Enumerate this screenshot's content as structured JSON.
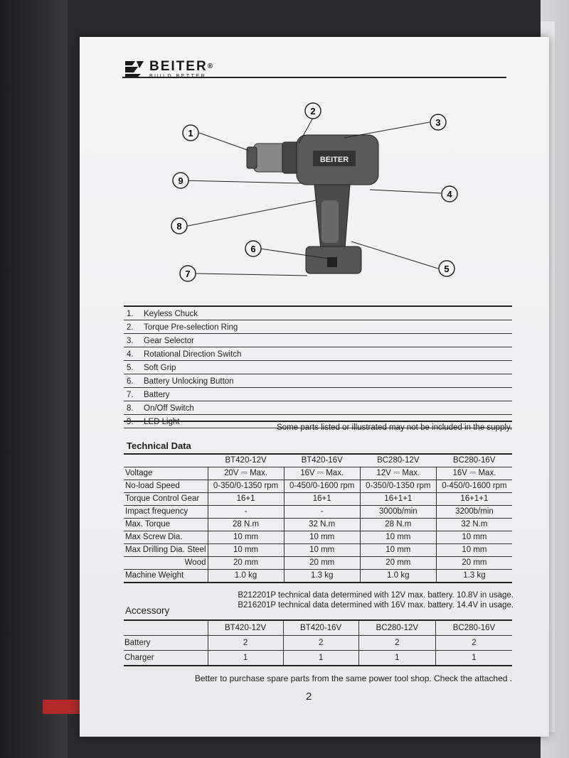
{
  "brand": {
    "name": "BEITER",
    "reg": "®",
    "tagline": "BUILD BETTER"
  },
  "diagram": {
    "callouts": [
      "1",
      "2",
      "3",
      "4",
      "5",
      "6",
      "7",
      "8",
      "9"
    ],
    "body_label": "BEITER"
  },
  "parts": [
    {
      "num": "1.",
      "label": "Keyless Chuck"
    },
    {
      "num": "2.",
      "label": "Torque Pre-selection Ring"
    },
    {
      "num": "3.",
      "label": "Gear Selector"
    },
    {
      "num": "4.",
      "label": "Rotational Direction Switch"
    },
    {
      "num": "5.",
      "label": "Soft Grip"
    },
    {
      "num": "6.",
      "label": "Battery Unlocking Button"
    },
    {
      "num": "7.",
      "label": "Battery"
    },
    {
      "num": "8.",
      "label": "On/Off Switch"
    },
    {
      "num": "9.",
      "label": "LED Light"
    }
  ],
  "parts_note": "Some parts listed or illustrated may not be included in the supply.",
  "technical": {
    "title": "Technical Data",
    "models": [
      "BT420-12V",
      "BT420-16V",
      "BC280-12V",
      "BC280-16V"
    ],
    "rows": [
      {
        "label": "Voltage",
        "values": [
          "20V ⎓ Max.",
          "16V ⎓ Max.",
          "12V ⎓ Max.",
          "16V ⎓ Max."
        ]
      },
      {
        "label": "No-load Speed",
        "values": [
          "0-350/0-1350 rpm",
          "0-450/0-1600 rpm",
          "0-350/0-1350 rpm",
          "0-450/0-1600 rpm"
        ]
      },
      {
        "label": "Torque Control Gear",
        "values": [
          "16+1",
          "16+1",
          "16+1+1",
          "16+1+1"
        ]
      },
      {
        "label": "Impact frequency",
        "values": [
          "-",
          "-",
          "3000b/min",
          "3200b/min"
        ]
      },
      {
        "label": "Max. Torque",
        "values": [
          "28 N.m",
          "32 N.m",
          "28 N.m",
          "32 N.m"
        ]
      },
      {
        "label": "Max Screw Dia.",
        "values": [
          "10 mm",
          "10 mm",
          "10 mm",
          "10 mm"
        ]
      },
      {
        "label": "Max Drilling Dia.",
        "sub": "Steel",
        "values": [
          "10 mm",
          "10 mm",
          "10 mm",
          "10 mm"
        ]
      },
      {
        "label": "",
        "sub": "Wood",
        "values": [
          "20 mm",
          "20 mm",
          "20 mm",
          "20 mm"
        ]
      },
      {
        "label": "Machine Weight",
        "values": [
          "1.0 kg",
          "1.3 kg",
          "1.0 kg",
          "1.3 kg"
        ]
      }
    ],
    "footnotes": [
      "B212201P technical data determined with 12V max. battery. 10.8V in usage.",
      "B216201P technical data determined with 16V max. battery. 14.4V in usage."
    ]
  },
  "accessory": {
    "title": "Accessory",
    "models": [
      "BT420-12V",
      "BT420-16V",
      "BC280-12V",
      "BC280-16V"
    ],
    "rows": [
      {
        "label": "Battery",
        "values": [
          "2",
          "2",
          "2",
          "2"
        ]
      },
      {
        "label": "Charger",
        "values": [
          "1",
          "1",
          "1",
          "1"
        ]
      }
    ]
  },
  "advice": "Better to purchase spare parts from the same power tool shop. Check the attached .",
  "page_number": "2"
}
